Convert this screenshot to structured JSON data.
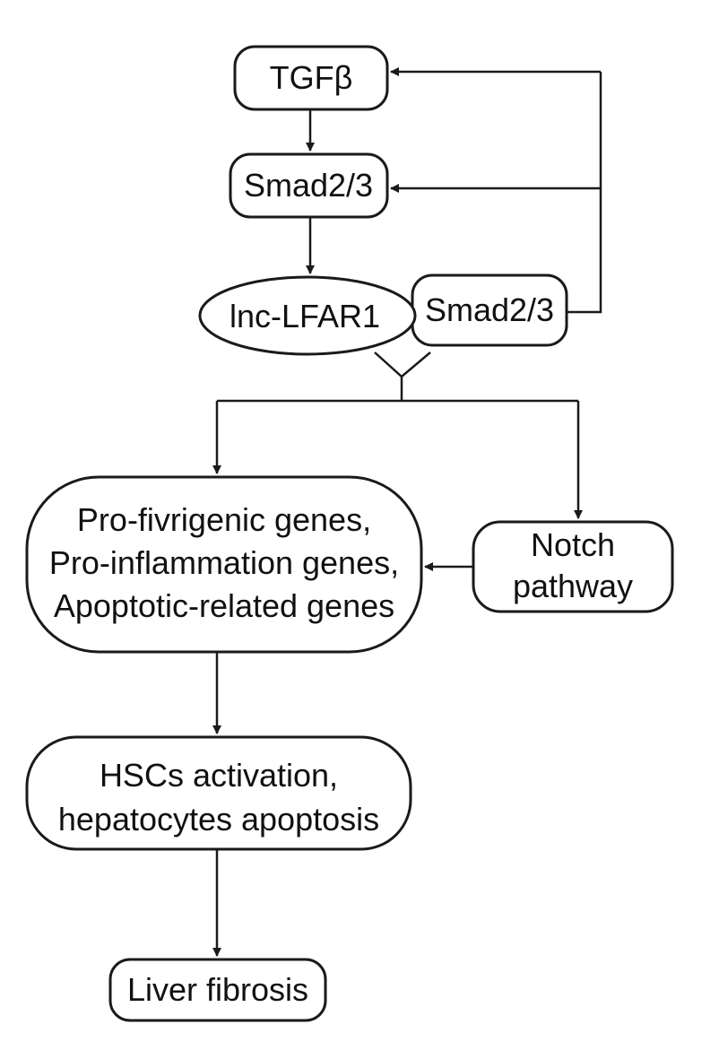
{
  "diagram": {
    "nodes": {
      "tgfb": "TGFβ",
      "smad_top": "Smad2/3",
      "lnc_lfar1": "lnc-LFAR1",
      "smad_complex": "Smad2/3",
      "genes_line1": "Pro-fivrigenic genes,",
      "genes_line2": "Pro-inflammation genes,",
      "genes_line3": "Apoptotic-related genes",
      "notch_line1": "Notch",
      "notch_line2": "pathway",
      "hsc_line1": "HSCs activation,",
      "hsc_line2": "hepatocytes apoptosis",
      "liver": "Liver fibrosis"
    },
    "colors": {
      "stroke": "#1a1a1a",
      "fill": "#ffffff",
      "text": "#111111"
    }
  }
}
